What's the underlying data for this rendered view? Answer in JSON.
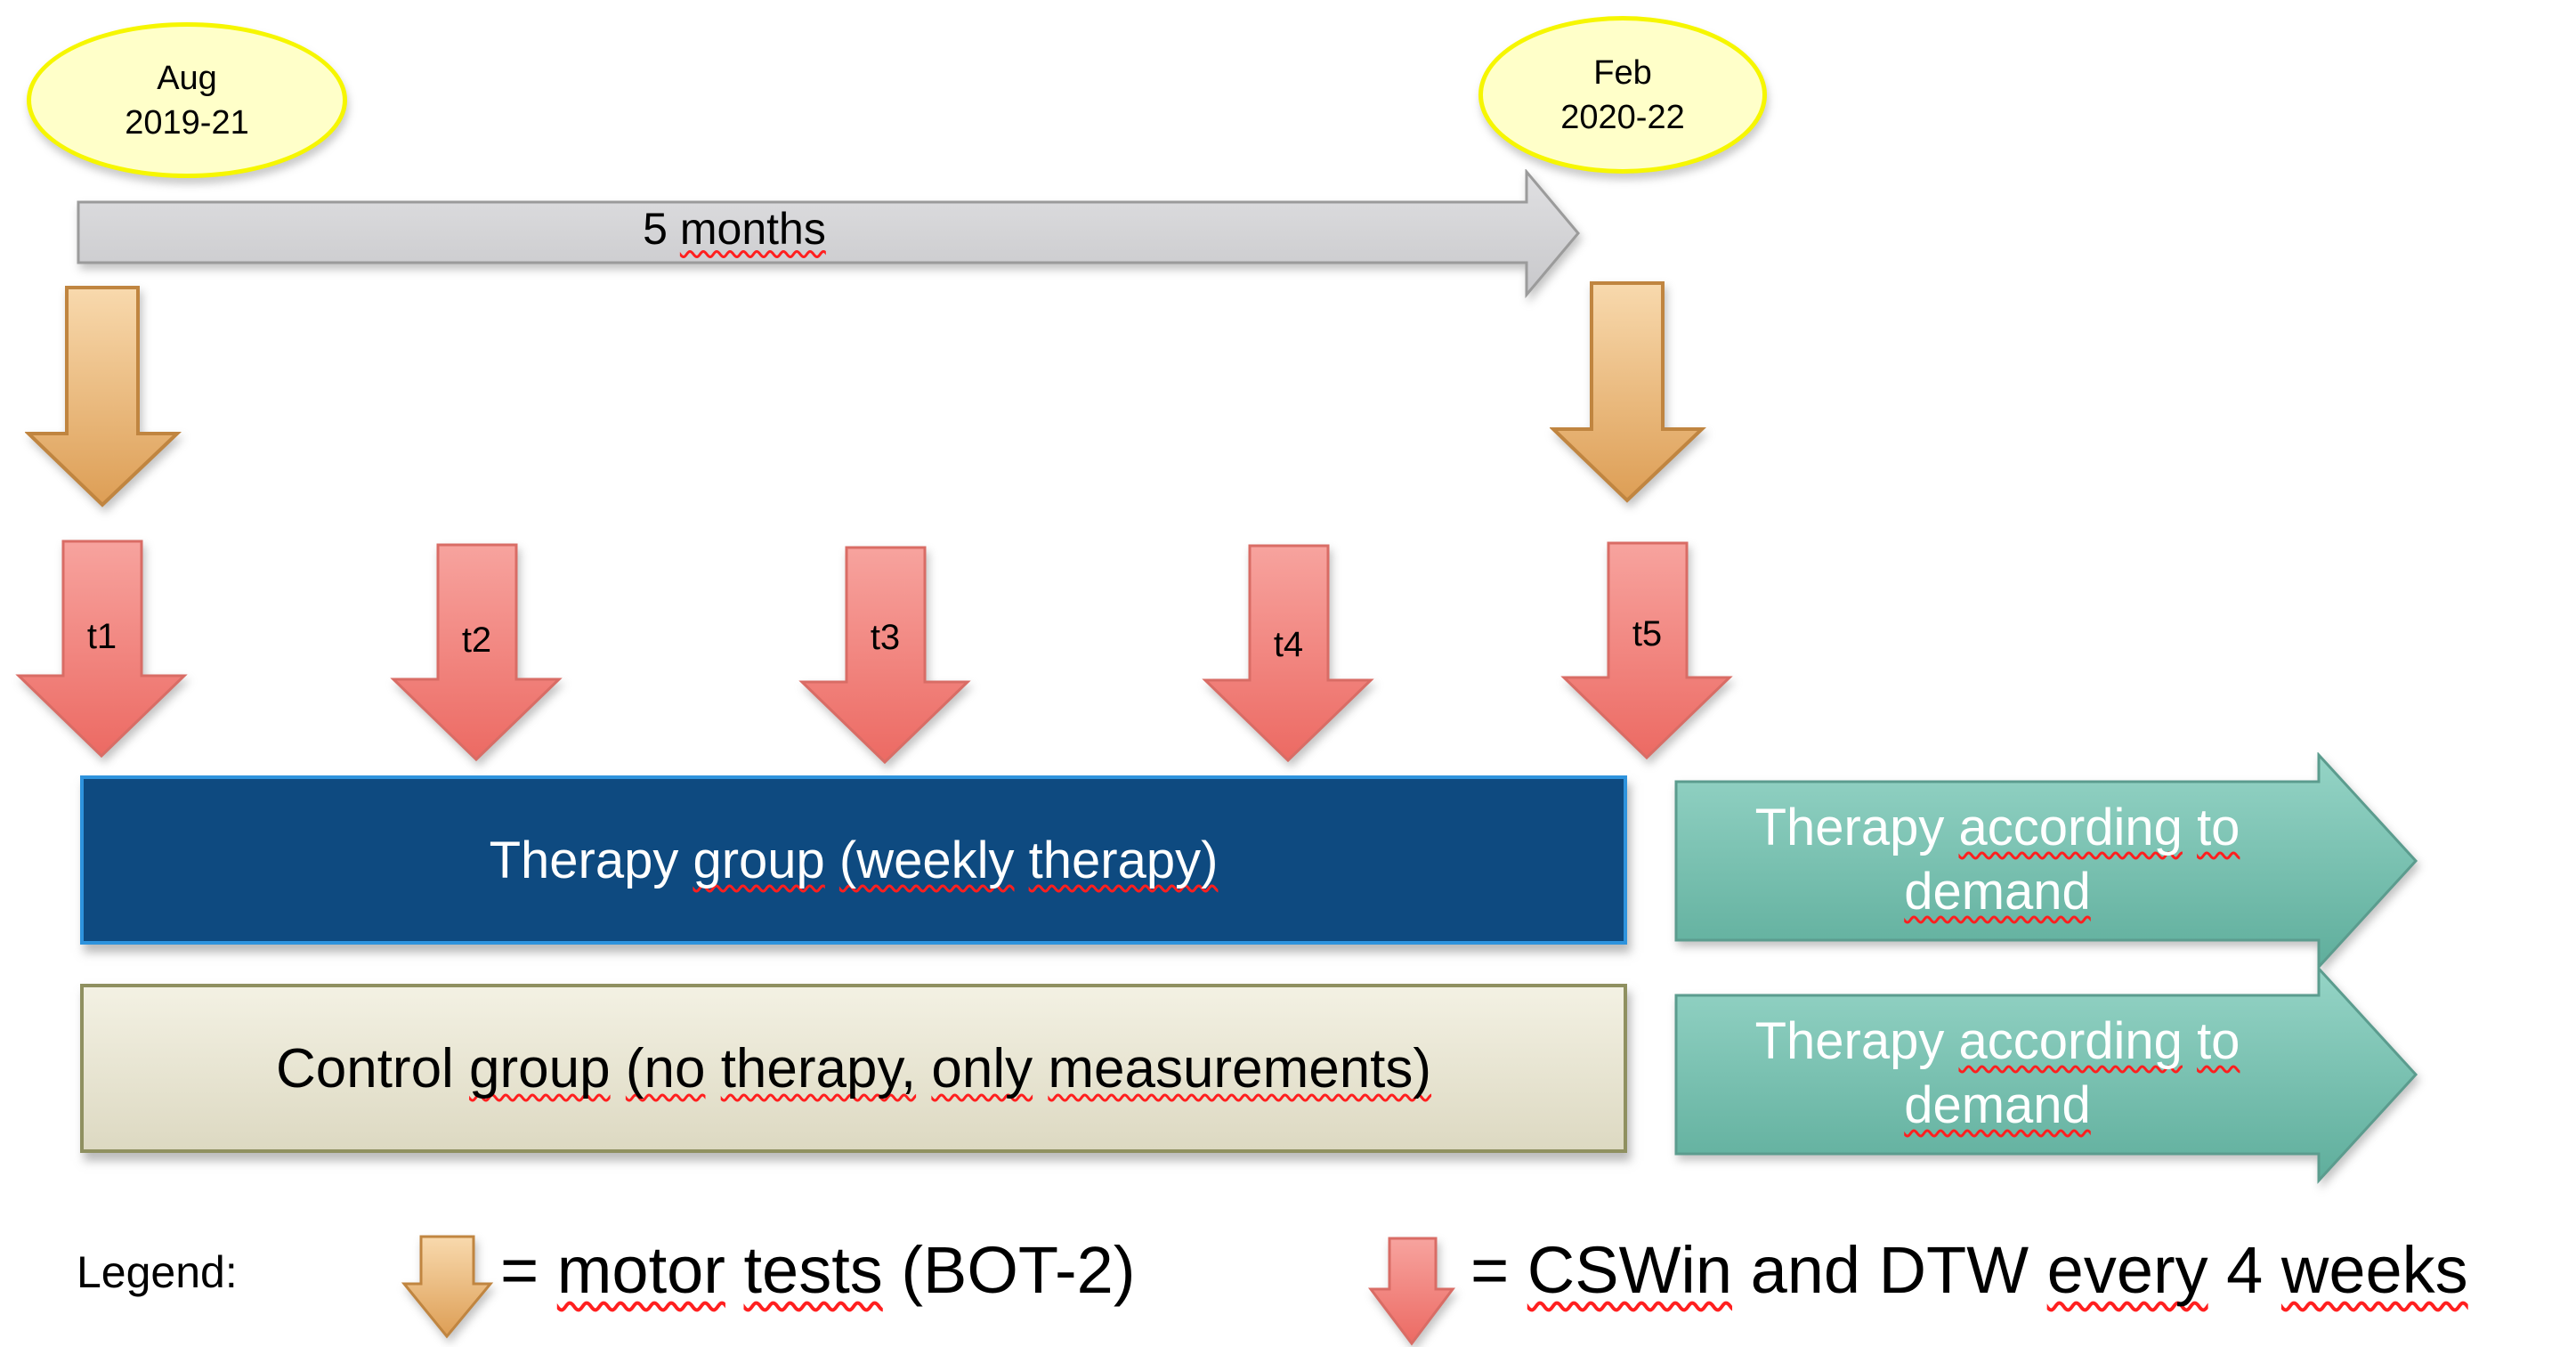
{
  "timeline": {
    "start_milestone": {
      "line1": "Aug",
      "line2": "2019-21"
    },
    "end_milestone": {
      "line1": "Feb",
      "line2": "2020-22"
    },
    "duration_segments": [
      {
        "t": "5 ",
        "u": false
      },
      {
        "t": "months",
        "u": true
      }
    ]
  },
  "timepoints": [
    "t1",
    "t2",
    "t3",
    "t4",
    "t5"
  ],
  "groups": {
    "therapy": {
      "segments": [
        {
          "t": "Therapy ",
          "u": false
        },
        {
          "t": "group",
          "u": true
        },
        {
          "t": " ",
          "u": false
        },
        {
          "t": "(weekly",
          "u": true
        },
        {
          "t": " ",
          "u": false
        },
        {
          "t": "therapy)",
          "u": true
        }
      ]
    },
    "control": {
      "segments": [
        {
          "t": "Control ",
          "u": false
        },
        {
          "t": "group",
          "u": true
        },
        {
          "t": " ",
          "u": false
        },
        {
          "t": "(no",
          "u": true
        },
        {
          "t": " ",
          "u": false
        },
        {
          "t": "therapy,",
          "u": true
        },
        {
          "t": " ",
          "u": false
        },
        {
          "t": "only",
          "u": true
        },
        {
          "t": " ",
          "u": false
        },
        {
          "t": "measurements)",
          "u": true
        }
      ]
    }
  },
  "followup": {
    "line1_segments": [
      {
        "t": "Therapy ",
        "u": false
      },
      {
        "t": "according",
        "u": true
      },
      {
        "t": " ",
        "u": false
      },
      {
        "t": "to",
        "u": true
      }
    ],
    "line2_segments": [
      {
        "t": "demand",
        "u": true
      }
    ]
  },
  "legend": {
    "title": "Legend:",
    "motor_segments": [
      {
        "t": "= ",
        "u": false
      },
      {
        "t": "motor",
        "u": true
      },
      {
        "t": " ",
        "u": false
      },
      {
        "t": "tests",
        "u": true
      },
      {
        "t": " (BOT-2)",
        "u": false
      }
    ],
    "cswin_segments": [
      {
        "t": "= ",
        "u": false
      },
      {
        "t": "CSWin",
        "u": true
      },
      {
        "t": " and DTW ",
        "u": false
      },
      {
        "t": "every",
        "u": true
      },
      {
        "t": " 4 ",
        "u": false
      },
      {
        "t": "weeks",
        "u": true
      }
    ]
  },
  "colors": {
    "c-ellipse-fill": "#ffffc9",
    "c-ellipse-border": "#f6f600",
    "c-gray-top": "#e0e0e2",
    "c-gray-bot": "#c8c8cb",
    "c-gray-border": "#9b9b9b",
    "c-orange-top": "#f8d9ad",
    "c-orange-bot": "#dd9e55",
    "c-orange-border": "#c08540",
    "c-pink-top": "#f7a39e",
    "c-pink-bot": "#ec6a63",
    "c-pink-border": "#d96c65",
    "c-blue-fill": "#0e4a80",
    "c-blue-border": "#2e93dd",
    "c-cream-top": "#f3f1e3",
    "c-cream-bot": "#ddd9c2",
    "c-cream-border": "#8f9060",
    "c-teal-top": "#95d4c6",
    "c-teal-bot": "#5fae9c",
    "c-teal-border": "#5b9c8e",
    "c-squiggle": "#ff1f1f"
  }
}
